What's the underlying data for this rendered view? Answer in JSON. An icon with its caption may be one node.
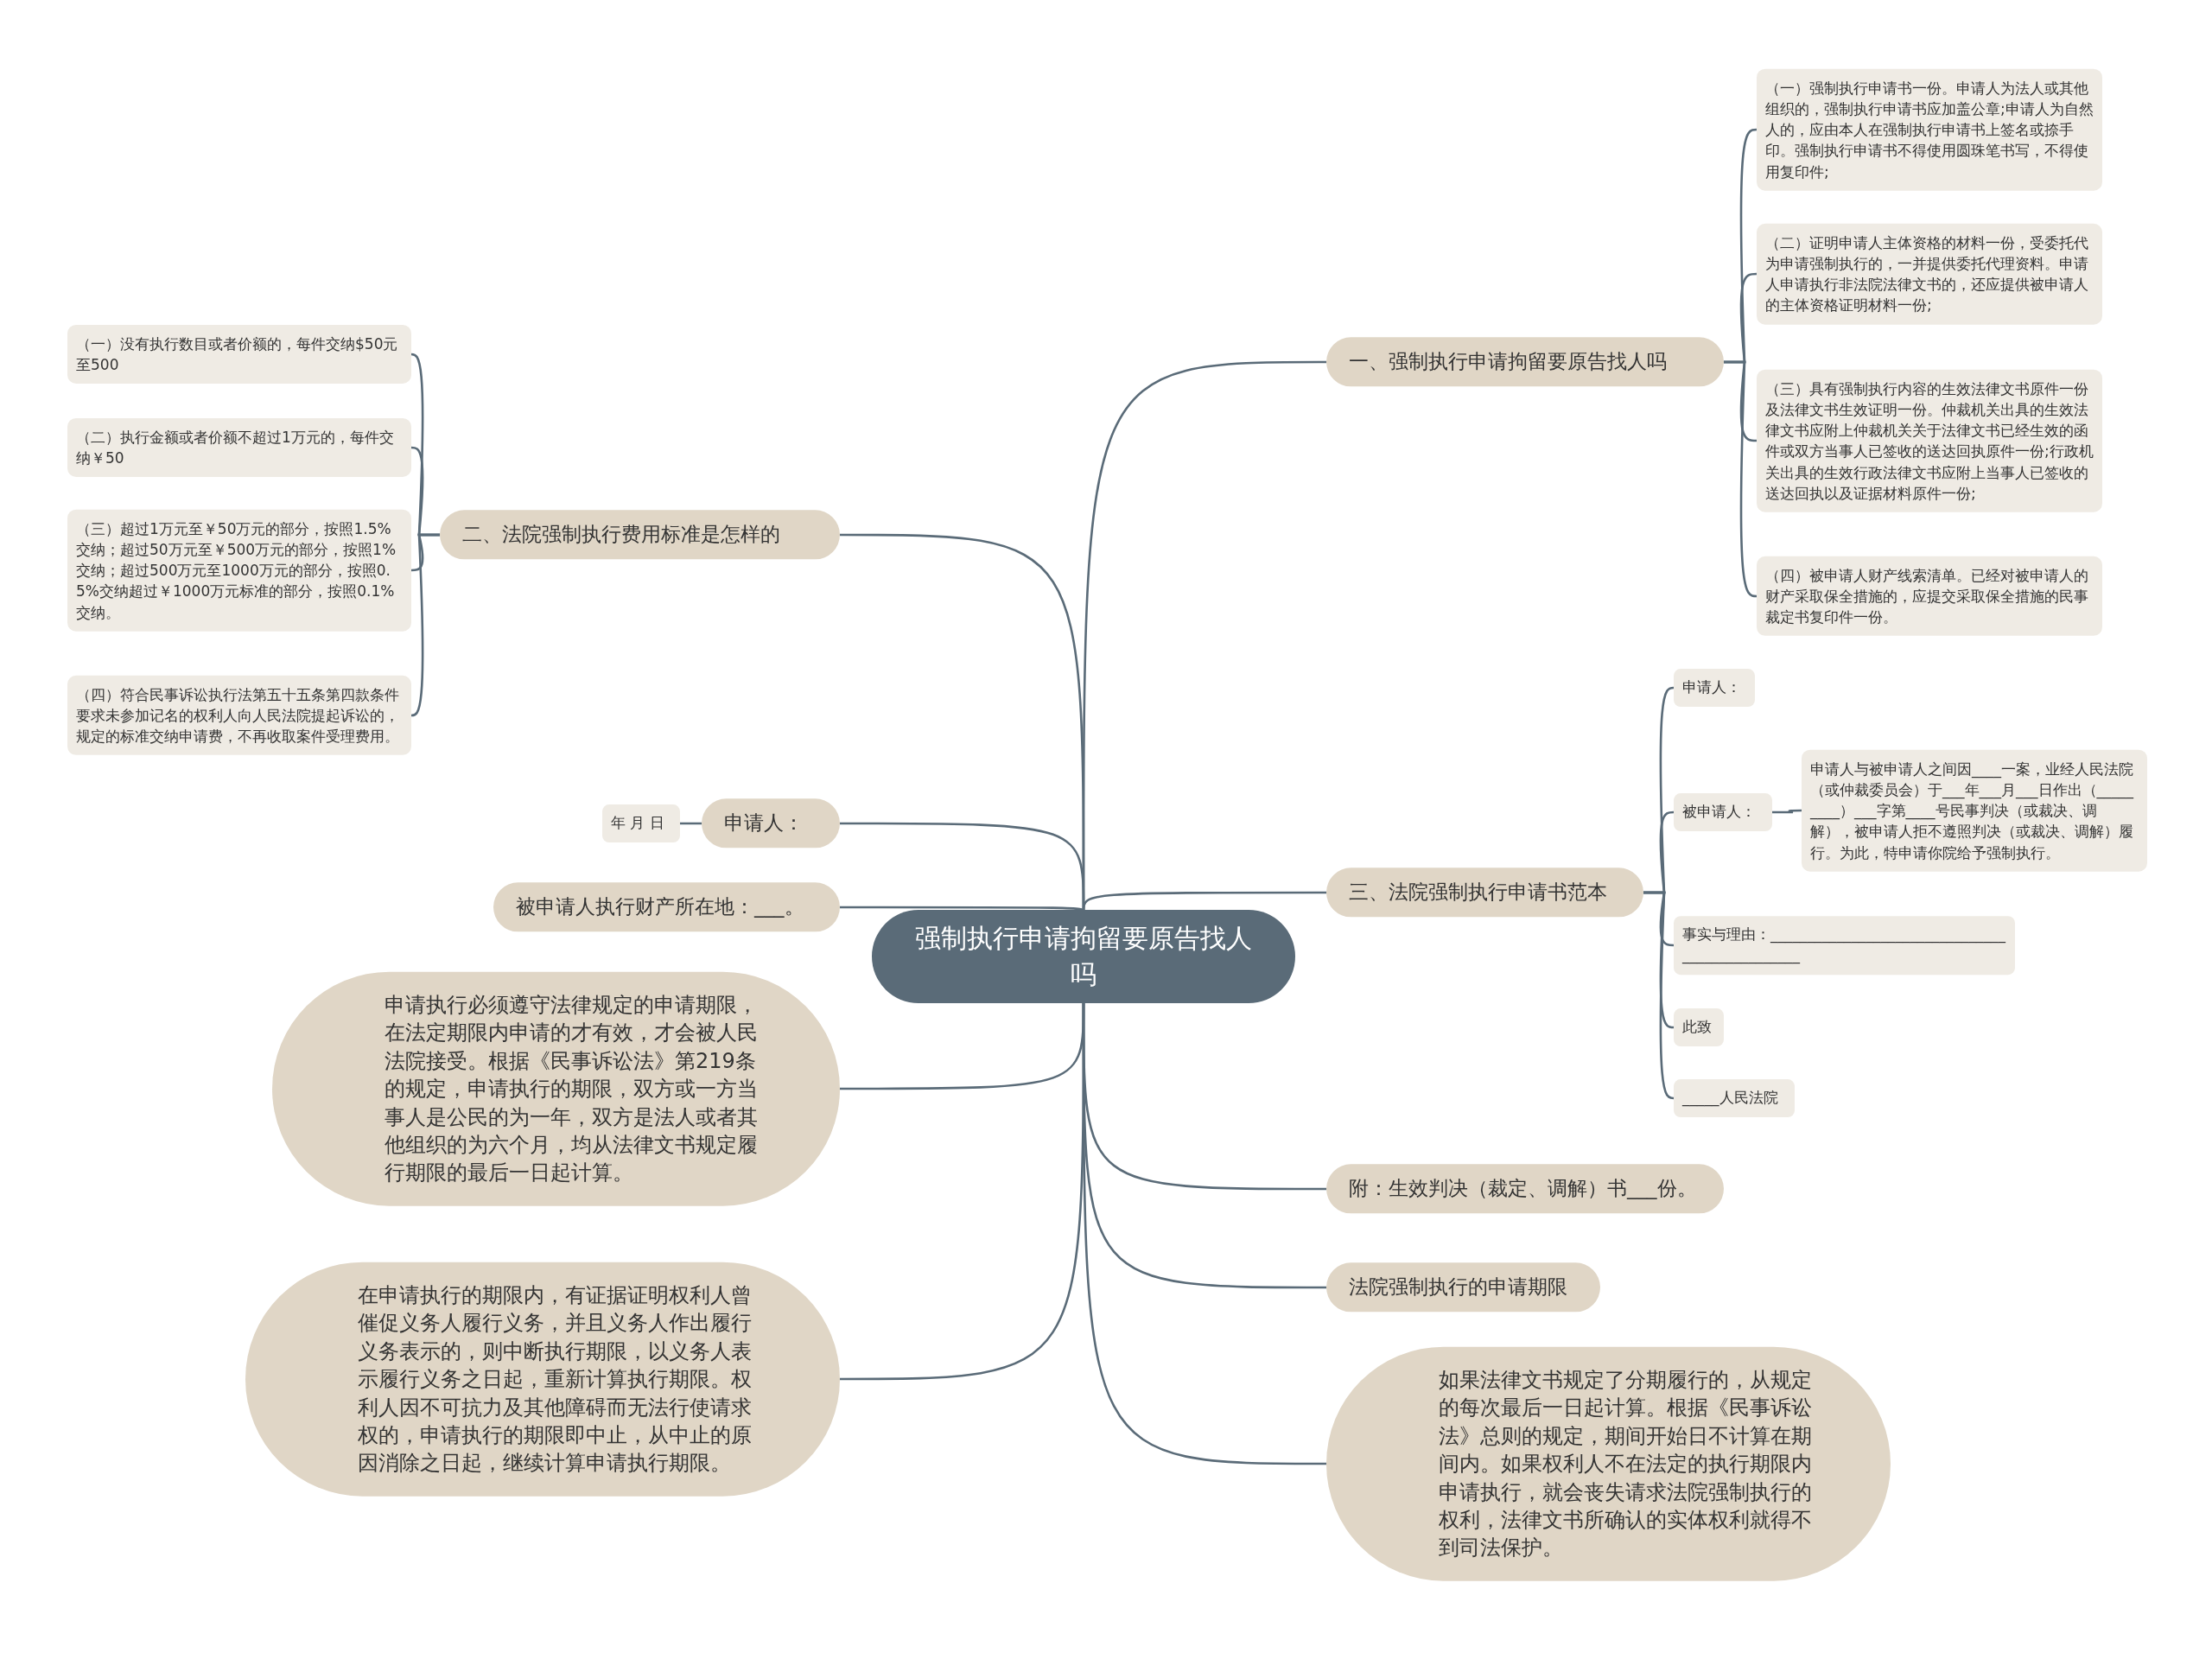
{
  "diagram": {
    "nodes": [
      {
        "text": [
          "强制执行申请拘留要原告找人吗"
        ]
      },
      {
        "text": [
          "一、强制执行申请拘留要原告找人吗"
        ]
      },
      {
        "text": [
          "（一）强制执行申请书一份。申请人为法人或其他组织的，强制执行申请书应加盖公章;申请人为自然人的，应由本人在强制执行申请书上签名或捺手印。强制执行申请书不得使用圆珠笔书写，不得使用复印件;"
        ]
      },
      {
        "text": [
          "（二）证明申请人主体资格的材料一份，受委托代为申请强制执行的，一并提供委托代理资料。申请人申请执行非法院法律文书的，还应提供被申请人的主体资格证明材料一份;"
        ]
      },
      {
        "text": [
          "（三）具有强制执行内容的生效法律文书原件一份及法律文书生效证明一份。仲裁机关出具的生效法律文书应附上仲裁机关关于法律文书已经生效的函件或双方当事人已签收的送达回执原件一份;行政机关出具的生效行政法律文书应附上当事人已签收的送达回执以及证据材料原件一份;"
        ]
      },
      {
        "text": [
          "（四）被申请人财产线索清单。已经对被申请人的财产采取保全措施的，应提交采取保全措施的民事裁定书复印件一份。"
        ]
      },
      {
        "text": [
          "二、法院强制执行费用标准是怎样的"
        ]
      },
      {
        "text": [
          "（一）没有执行数目或者价额的，每件交纳$50元至500"
        ]
      },
      {
        "text": [
          "（二）执行金额或者价额不超过1万元的，每件交纳￥50"
        ]
      },
      {
        "text": [
          "（三）超过1万元至￥50万元的部分，按照1.5%交纳；超过50万元至￥500万元的部分，按照1%交纳；超过500万元至1000万元的部分，按照0.5%交纳超过￥1000万元标准的部分，按照0.1%交纳。"
        ]
      },
      {
        "text": [
          "（四）符合民事诉讼执行法第五十五条第四款条件要求未参加记名的权利人向人民法院提起诉讼的，规定的标准交纳申请费，不再收取案件受理费用。"
        ]
      },
      {
        "text": [
          "申请人："
        ]
      },
      {
        "text": [
          "年 月 日"
        ]
      },
      {
        "text": [
          "被申请人执行财产所在地：___。"
        ]
      },
      {
        "text": [
          "申请执行必须遵守法律规定的申请期限，在法定期限内申请的才有效，才会被人民法院接受。根据《民事诉讼法》第219条的规定，申请执行的期限，双方或一方当事人是公民的为一年，双方是法人或者其他组织的为六个月，均从法律文书规定履行期限的最后一日起计算。"
        ]
      },
      {
        "text": [
          "在申请执行的期限内，有证据证明权利人曾催促义务人履行义务，并且义务人作出履行义务表示的，则中断执行期限，以义务人表示履行义务之日起，重新计算执行期限。权利人因不可抗力及其他障碍而无法行使请求权的，申请执行的期限即中止，从中止的原因消除之日起，继续计算申请执行期限。"
        ]
      },
      {
        "text": [
          "三、法院强制执行申请书范本"
        ]
      },
      {
        "text": [
          "申请人："
        ]
      },
      {
        "text": [
          "被申请人："
        ]
      },
      {
        "text": [
          "申请人与被申请人之间因____一案，业经人民法院（或仲裁委员会）于___年___月___日作出（_________）___字第____号民事判决（或裁决、调解），被申请人拒不遵照判决（或裁决、调解）履行。为此，特申请你院给予强制执行。"
        ]
      },
      {
        "text": [
          "事实与理由：________________________________________________"
        ]
      },
      {
        "text": [
          "此致"
        ]
      },
      {
        "text": [
          "_____人民法院"
        ]
      },
      {
        "text": [
          "附：生效判决（裁定、调解）书___份。"
        ]
      },
      {
        "text": [
          "法院强制执行的申请期限"
        ]
      },
      {
        "text": [
          "如果法律文书规定了分期履行的，从规定的每次最后一日起计算。根据《民事诉讼法》总则的规定，期间开始日不计算在期间内。如果权利人不在法定的执行期限内申请执行，就会丧失请求法院强制执行的权利，法律文书所确认的实体权利就得不到司法保护。"
        ]
      }
    ],
    "edges": [
      {
        "from": 0,
        "to": 1,
        "arrow": "none"
      },
      {
        "from": 1,
        "to": 2,
        "arrow": "none"
      },
      {
        "from": 1,
        "to": 3,
        "arrow": "none"
      },
      {
        "from": 1,
        "to": 4,
        "arrow": "none"
      },
      {
        "from": 1,
        "to": 5,
        "arrow": "none"
      },
      {
        "from": 0,
        "to": 6,
        "arrow": "none"
      },
      {
        "from": 6,
        "to": 7,
        "arrow": "none"
      },
      {
        "from": 6,
        "to": 8,
        "arrow": "none"
      },
      {
        "from": 6,
        "to": 9,
        "arrow": "none"
      },
      {
        "from": 6,
        "to": 10,
        "arrow": "none"
      },
      {
        "from": 0,
        "to": 11,
        "arrow": "none"
      },
      {
        "from": 11,
        "to": 12,
        "arrow": "none"
      },
      {
        "from": 0,
        "to": 13,
        "arrow": "none"
      },
      {
        "from": 0,
        "to": 14,
        "arrow": "none"
      },
      {
        "from": 0,
        "to": 15,
        "arrow": "none"
      },
      {
        "from": 0,
        "to": 16,
        "arrow": "none"
      },
      {
        "from": 16,
        "to": 17,
        "arrow": "none"
      },
      {
        "from": 16,
        "to": 18,
        "arrow": "none"
      },
      {
        "from": 18,
        "to": 19,
        "arrow": "none"
      },
      {
        "from": 16,
        "to": 20,
        "arrow": "none"
      },
      {
        "from": 16,
        "to": 21,
        "arrow": "none"
      },
      {
        "from": 16,
        "to": 22,
        "arrow": "none"
      },
      {
        "from": 0,
        "to": 23,
        "arrow": "none"
      },
      {
        "from": 0,
        "to": 24,
        "arrow": "none"
      },
      {
        "from": 0,
        "to": 25,
        "arrow": "none"
      }
    ]
  }
}
